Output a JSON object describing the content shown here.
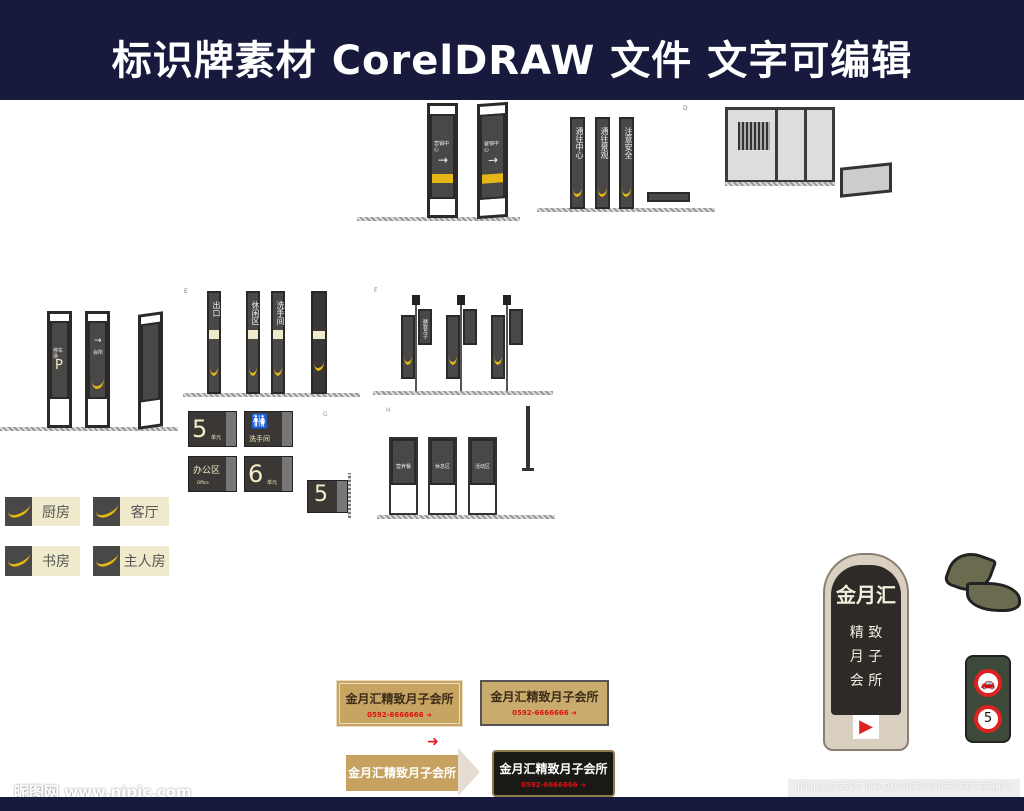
{
  "header": {
    "title": "标识牌素材 CorelDRAW 文件 文字可编辑"
  },
  "signs": {
    "lobby_a": "营销中心",
    "lobby_b": "营销中心",
    "arrow": "→",
    "post_1": "通往中心",
    "post_2": "通往景观",
    "post_3": "注意安全",
    "parking_label": "停车场",
    "parking_p": "P",
    "club_label": "会所",
    "e_post_1": "出口",
    "e_post_2": "休闲区",
    "e_post_3": "洗手间",
    "banner": "精致月子",
    "unit5_num": "5",
    "unit_label": "单元",
    "washroom": "洗手间",
    "office": "办公区",
    "office_en": "Office",
    "unit6_num": "6",
    "wall_unit5_num": "5",
    "g_label": "G",
    "h_label": "H",
    "e_label": "E",
    "f_label": "F",
    "d_label": "D",
    "h_sign_1": "营养餐",
    "h_sign_2": "休息区",
    "h_sign_3": "活动区",
    "rooms": [
      "厨房",
      "客厅",
      "书房",
      "主人房"
    ]
  },
  "brand": {
    "name": "金月汇",
    "line1": "精 致",
    "line2": "月 子",
    "line3": "会 所",
    "full": "金月汇精致月子会所",
    "phone": "0592-6666666"
  },
  "traffic": {
    "speed": "5"
  },
  "watermark": {
    "site": "昵图网 www.nipic.com",
    "id": "ID:12135527 NO:20200208083656767000"
  }
}
